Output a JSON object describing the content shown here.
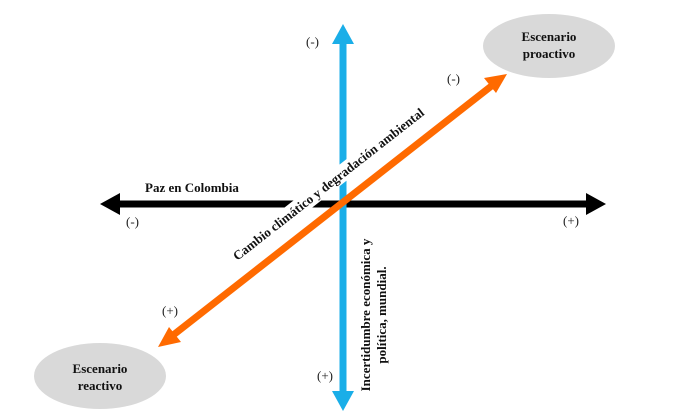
{
  "axes": {
    "horizontal": {
      "label": "Paz en Colombia",
      "left_sign": "(-)",
      "right_sign": "(+)",
      "color": "#000000"
    },
    "vertical": {
      "label_line1": "Incertidumbre  económica y",
      "label_line2": "política, mundial.",
      "top_sign": "(-)",
      "bottom_sign": "(+)",
      "color": "#1aaee8"
    },
    "diagonal": {
      "label": "Cambio climático y degradación ambiental",
      "top_sign": "(-)",
      "bottom_sign": "(+)",
      "color": "#ff6a00"
    }
  },
  "scenarios": {
    "proactive": {
      "line1": "Escenario",
      "line2": "proactivo"
    },
    "reactive": {
      "line1": "Escenario",
      "line2": "reactivo"
    }
  }
}
